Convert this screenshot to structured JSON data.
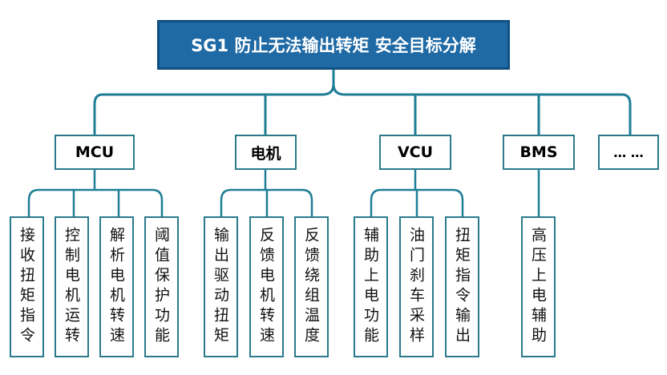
{
  "root": "SG1 防止无法输出转矩 安全目标分解",
  "colors": {
    "root_fill": "#1f6aa5",
    "line": "#1e7e96",
    "box_border": "#2a7a8c"
  },
  "categories": {
    "mcu": "MCU",
    "motor": "电机",
    "vcu": "VCU",
    "bms": "BMS",
    "more": "… …"
  },
  "leaves": {
    "mcu": [
      "接收扭矩指令",
      "控制电机运转",
      "解析电机转速",
      "阈值保护功能"
    ],
    "motor": [
      "输出驱动扭矩",
      "反馈电机转速",
      "反馈绕组温度"
    ],
    "vcu": [
      "辅助上电功能",
      "油门刹车采样",
      "扭矩指令输出"
    ],
    "bms": [
      "高压上电辅助"
    ]
  }
}
